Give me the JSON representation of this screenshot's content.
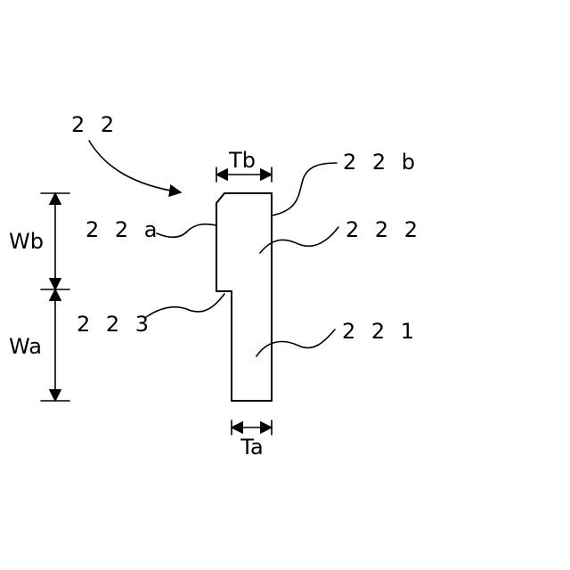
{
  "figure": {
    "reference_label": "2 2",
    "labels": {
      "part_22a": "2 2 a",
      "part_22b": "2 2 b",
      "part_222": "2 2 2",
      "part_221": "2 2 1",
      "part_223": "2 2 3"
    },
    "dimensions": {
      "thickness_upper": "Tb",
      "thickness_lower": "Ta",
      "width_upper": "Wb",
      "width_lower": "Wa"
    }
  }
}
